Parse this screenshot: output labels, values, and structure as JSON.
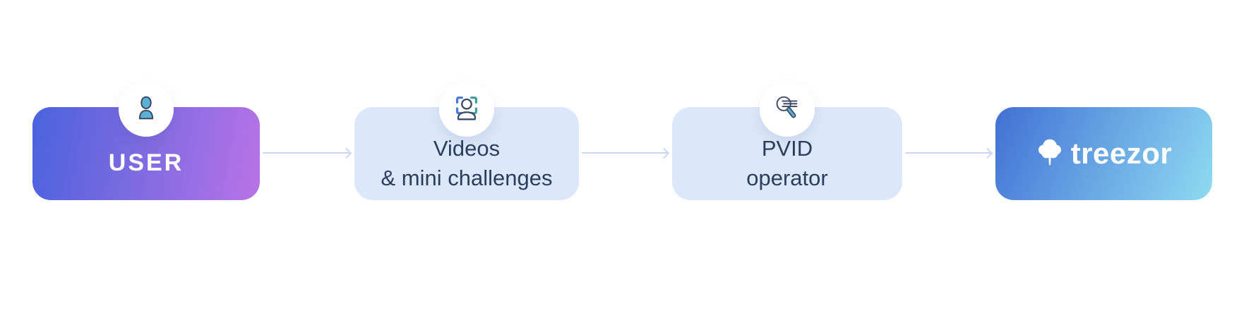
{
  "diagram": {
    "type": "horizontal-flow",
    "nodes": [
      {
        "id": "user",
        "lines": [
          "USER"
        ],
        "icon": "person-icon",
        "style": "gradient-blue-purple"
      },
      {
        "id": "videos",
        "lines": [
          "Videos",
          "& mini challenges"
        ],
        "icon": "face-scan-icon",
        "style": "light-blue"
      },
      {
        "id": "pvid",
        "lines": [
          "PVID",
          "operator"
        ],
        "icon": "magnifier-scan-icon",
        "style": "light-blue"
      },
      {
        "id": "treezor",
        "lines": [
          "treezor"
        ],
        "icon": "treezor-tree-logo",
        "style": "gradient-blue-sky"
      }
    ],
    "colors": {
      "user_gradient_from": "#4a63dd",
      "user_gradient_to": "#b873e6",
      "light_box": "#dbe7fa",
      "treezor_gradient_from": "#4270d4",
      "treezor_gradient_to": "#8edbf2",
      "connector": "#c9d7f3",
      "dark_text": "#2f3d5c",
      "icon_outline": "#3a4a66",
      "icon_teal": "#5fa8cf",
      "bracket_blue": "#4a7bd9",
      "bracket_teal": "#44a09c",
      "white": "#ffffff"
    }
  }
}
